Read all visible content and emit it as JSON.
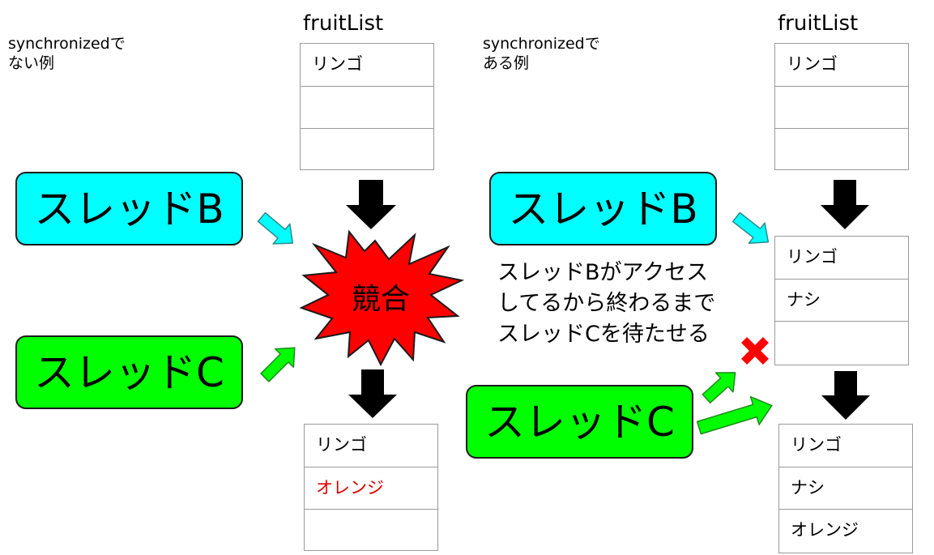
{
  "left": {
    "caption": [
      "synchronizedで",
      "ない例"
    ],
    "list_title": "fruitList",
    "before_rows": [
      "リンゴ",
      "",
      ""
    ],
    "thread_b": "スレッドB",
    "thread_c": "スレッドC",
    "conflict_label": "競合",
    "after_rows": [
      "リンゴ",
      "オレンジ",
      ""
    ]
  },
  "right": {
    "caption": [
      "synchronizedで",
      "ある例"
    ],
    "list_title": "fruitList",
    "before_rows": [
      "リンゴ",
      "",
      ""
    ],
    "thread_b": "スレッドB",
    "thread_c": "スレッドC",
    "note": [
      "スレッドBがアクセス",
      "してるから終わるまで",
      "スレッドCを待たせる"
    ],
    "middle_rows": [
      "リンゴ",
      "ナシ",
      ""
    ],
    "after_rows": [
      "リンゴ",
      "ナシ",
      "オレンジ"
    ]
  },
  "colors": {
    "thread_b": "#00ffff",
    "thread_c": "#00ff00",
    "conflict": "#ff0000",
    "conflict_text_row": "#e00000",
    "blocked_mark": "#ff0000",
    "arrow_down": "#000000",
    "arrow_b": "#00ffff",
    "arrow_c": "#00ff00"
  },
  "icons": {
    "down_arrow": "down-arrow-icon",
    "diagonal_arrow": "diagonal-arrow-icon",
    "conflict_burst": "explosion-burst-icon",
    "blocked": "cross-mark-icon"
  }
}
